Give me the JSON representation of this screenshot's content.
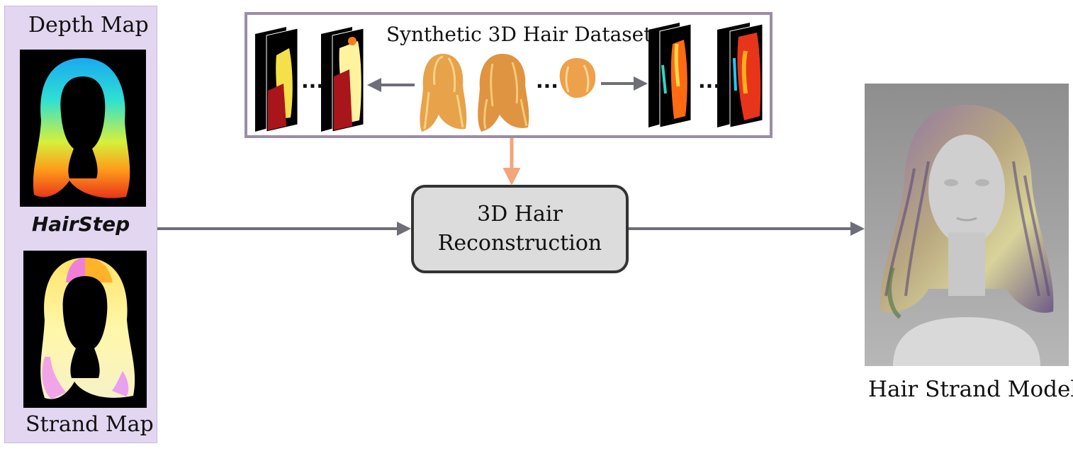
{
  "left_panel": {
    "depth_label": "Depth Map",
    "center_label": "HairStep",
    "strand_label": "Strand Map"
  },
  "dataset": {
    "title": "Synthetic 3D  Hair Dataset",
    "ellipsis": "..."
  },
  "reconstruction": {
    "line1": "3D Hair",
    "line2": "Reconstruction"
  },
  "output": {
    "label": "Hair Strand Model"
  },
  "colors": {
    "panel_bg": "#e3d6f1",
    "arrow_gray": "#6e6e78",
    "arrow_orange": "#f2a679",
    "box_fill": "#dcdcdc",
    "dataset_border": "#9a8da6"
  }
}
